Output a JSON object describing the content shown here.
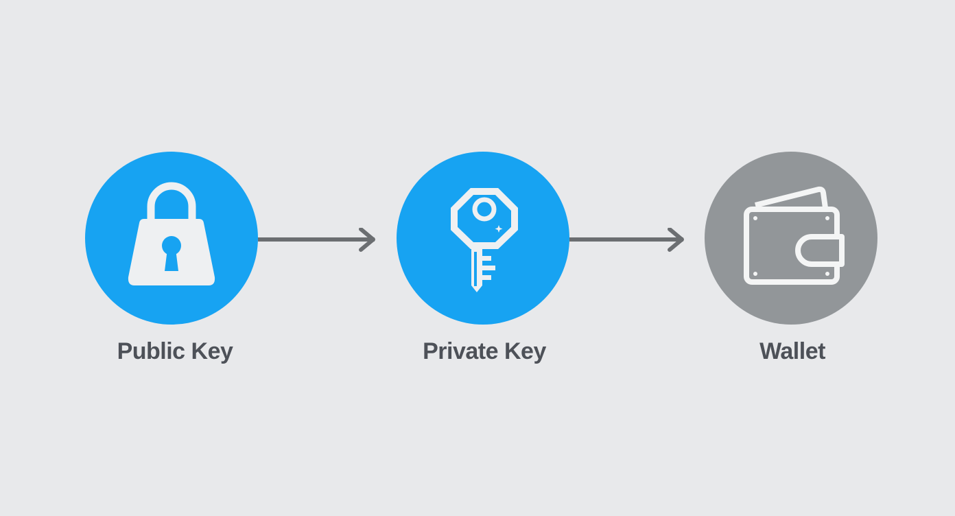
{
  "diagram": {
    "background": "#e8e9eb",
    "arrow_color": "#6b6e71",
    "label_color": "#4d5158",
    "nodes": [
      {
        "label": "Public Key",
        "icon": "padlock-icon",
        "fill": "#17a3f2",
        "icon_color": "#eef0f2"
      },
      {
        "label": "Private Key",
        "icon": "key-icon",
        "fill": "#17a3f2",
        "icon_color": "#eef0f2"
      },
      {
        "label": "Wallet",
        "icon": "wallet-icon",
        "fill": "#929699",
        "icon_color": "#f4f5f5"
      }
    ],
    "edges": [
      {
        "from": "Public Key",
        "to": "Private Key"
      },
      {
        "from": "Private Key",
        "to": "Wallet"
      }
    ]
  }
}
